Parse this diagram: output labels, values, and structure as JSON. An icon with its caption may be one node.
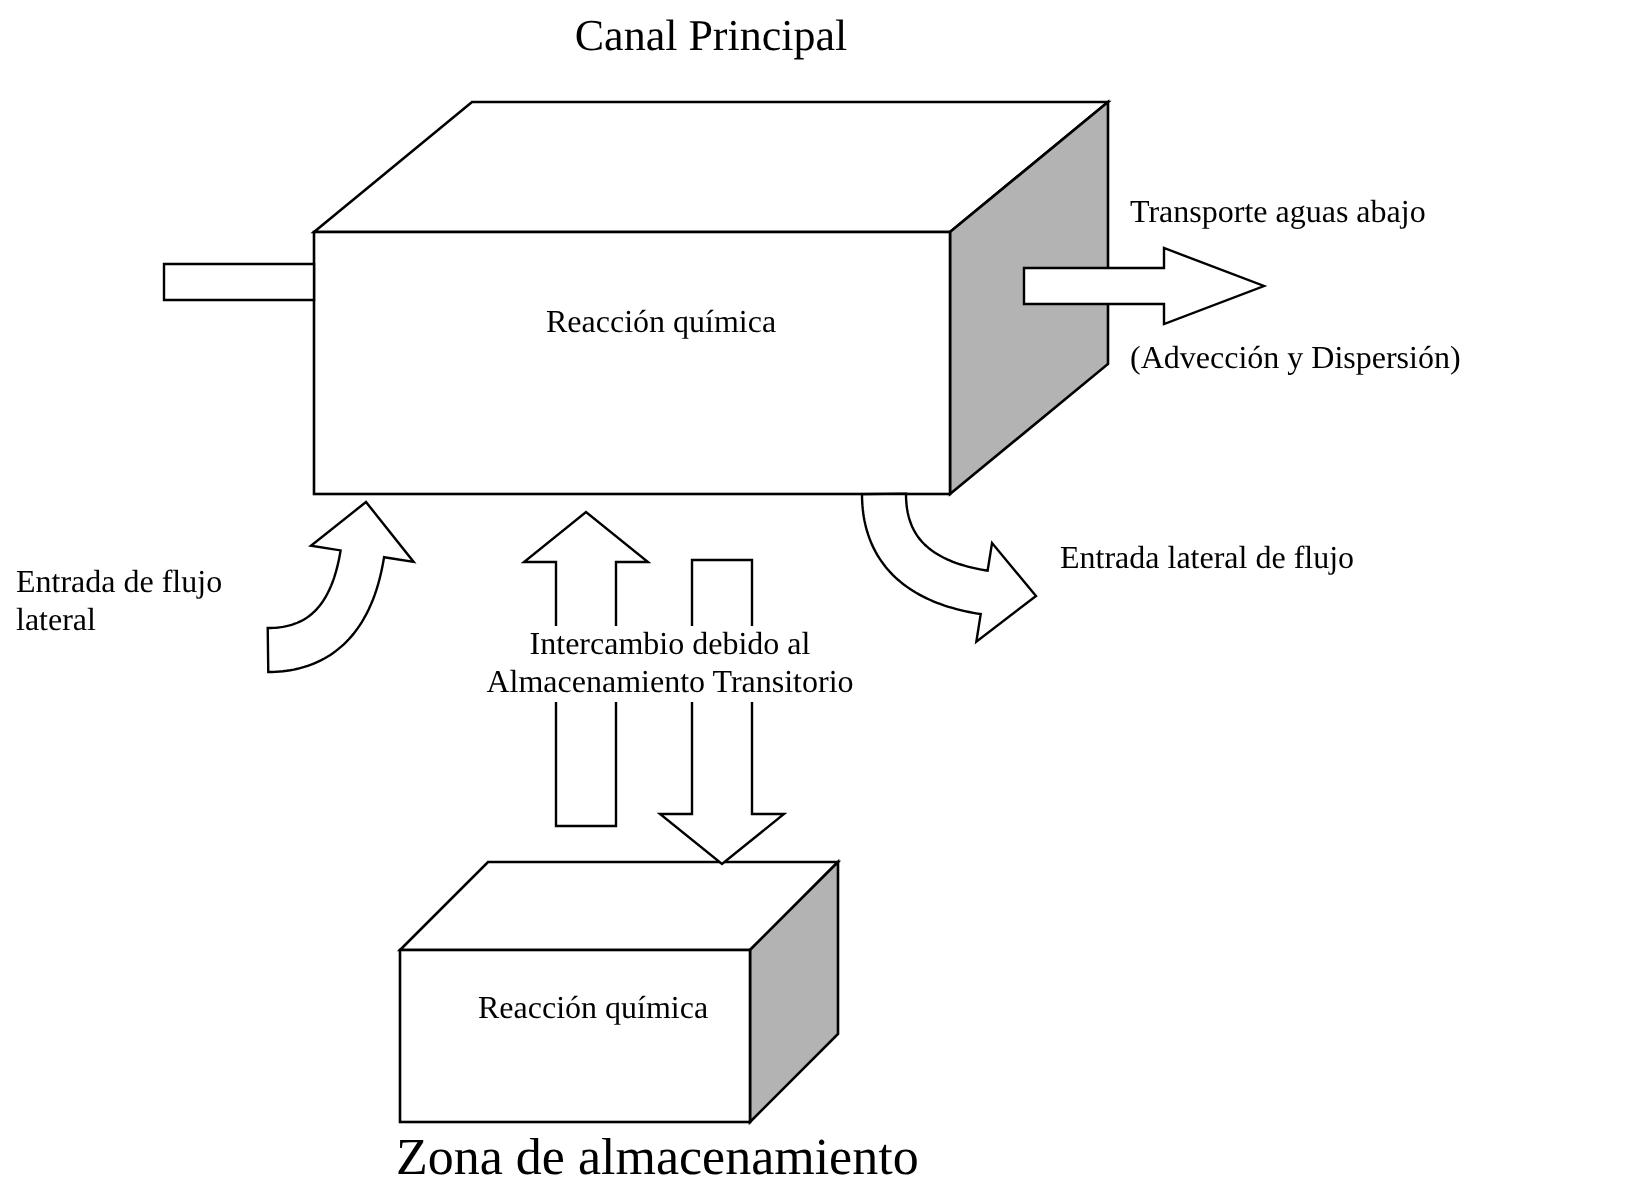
{
  "diagram": {
    "nodes": [
      {
        "text": [
          "Canal Principal",
          "Reacción química"
        ]
      },
      {
        "text": [
          "Reacción química",
          "Zona de almacenamiento"
        ]
      }
    ],
    "edges": [
      {
        "from": null,
        "to": 0,
        "arrow": "none"
      },
      {
        "from": 0,
        "to": null,
        "arrow": "to"
      },
      {
        "from": null,
        "to": 0,
        "arrow": "to"
      },
      {
        "from": 0,
        "to": null,
        "arrow": "to"
      },
      {
        "from": 1,
        "to": 0,
        "arrow": "to"
      },
      {
        "from": 0,
        "to": 1,
        "arrow": "to"
      }
    ],
    "labels": [
      "Transporte aguas abajo",
      "(Advección y Dispersión)",
      "Entrada de flujo lateral",
      "Entrada lateral de flujo",
      "Intercambio debido al Almacenamiento Transitorio"
    ]
  }
}
